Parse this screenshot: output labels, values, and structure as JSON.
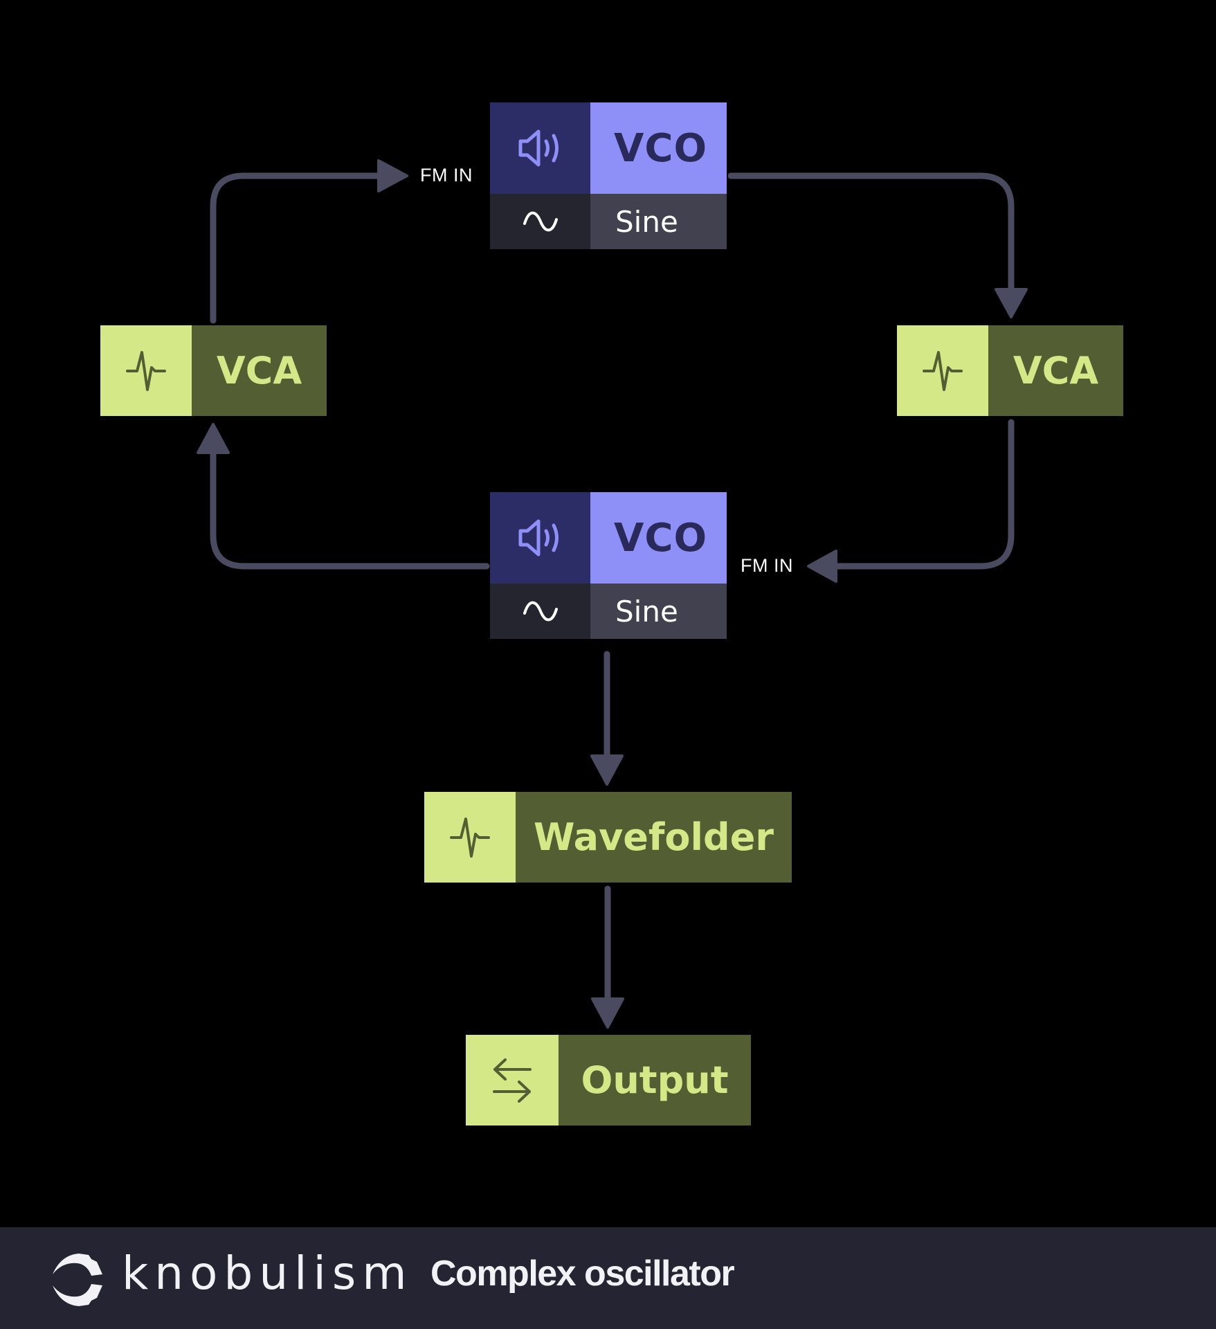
{
  "diagram": {
    "title": "Complex oscillator",
    "nodes": {
      "vco_top": {
        "title": "VCO",
        "waveform": "Sine",
        "icon": "speaker-icon",
        "wave_icon": "sine-wave-icon"
      },
      "vco_bottom": {
        "title": "VCO",
        "waveform": "Sine",
        "icon": "speaker-icon",
        "wave_icon": "sine-wave-icon"
      },
      "vca_left": {
        "title": "VCA",
        "icon": "pulse-icon"
      },
      "vca_right": {
        "title": "VCA",
        "icon": "pulse-icon"
      },
      "wavefolder": {
        "title": "Wavefolder",
        "icon": "pulse-icon"
      },
      "output": {
        "title": "Output",
        "icon": "swap-arrows-icon"
      }
    },
    "edges": [
      {
        "from": "vca_left",
        "to": "vco_top",
        "label": "FM IN"
      },
      {
        "from": "vco_top",
        "to": "vca_right",
        "label": ""
      },
      {
        "from": "vca_right",
        "to": "vco_bottom",
        "label": "FM IN"
      },
      {
        "from": "vco_bottom",
        "to": "vca_left",
        "label": ""
      },
      {
        "from": "vco_bottom",
        "to": "wavefolder",
        "label": ""
      },
      {
        "from": "wavefolder",
        "to": "output",
        "label": ""
      }
    ],
    "labels": {
      "fm_in_top": "FM IN",
      "fm_in_bottom": "FM IN"
    }
  },
  "footer": {
    "brand": "knobulism",
    "logo_icon": "knob-logo-icon",
    "caption": "Complex oscillator"
  },
  "colors": {
    "background": "#000000",
    "wire": "#4a4a60",
    "vco_icon_bg": "#2c2c66",
    "vco_title_bg": "#8f8ff8",
    "vco_title_text": "#2a2a5a",
    "vco_wave_bg": "#25252f",
    "vco_label_bg": "#41414f",
    "module_icon_bg": "#d5e887",
    "module_title_bg": "#545e33",
    "module_title_text": "#d5e887",
    "footer_bg": "#242432"
  }
}
